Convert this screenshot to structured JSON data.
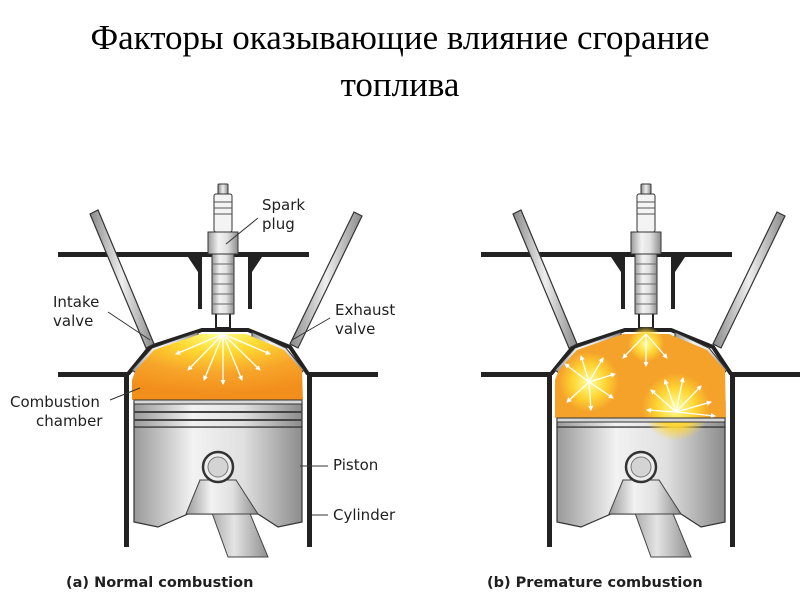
{
  "title": {
    "line1": "Факторы оказывающие влияние сгорание",
    "line2": "топлива"
  },
  "labels": {
    "spark_plug_1": "Spark",
    "spark_plug_2": "plug",
    "intake_valve_1": "Intake",
    "intake_valve_2": "valve",
    "exhaust_valve_1": "Exhaust",
    "exhaust_valve_2": "valve",
    "combustion_chamber_1": "Combustion",
    "combustion_chamber_2": "chamber",
    "piston": "Piston",
    "cylinder": "Cylinder"
  },
  "captions": {
    "normal": "(a) Normal combustion",
    "premature": "(b) Premature combustion"
  },
  "colors": {
    "flame_outer": "#f39a1e",
    "flame_core": "#fff25a",
    "metal": "#c9c9c9",
    "outline": "#222222"
  }
}
